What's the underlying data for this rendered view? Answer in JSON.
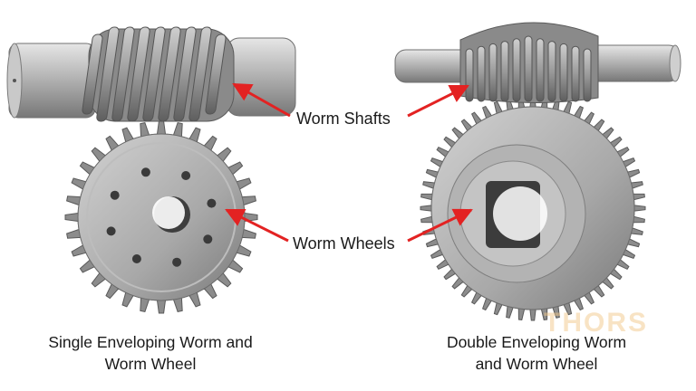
{
  "labels": {
    "worm_shafts": "Worm Shafts",
    "worm_wheels": "Worm Wheels"
  },
  "captions": {
    "single_line1": "Single Enveloping Worm and",
    "single_line2": "Worm Wheel",
    "double_line1": "Double Enveloping Worm",
    "double_line2": "and Worm Wheel"
  },
  "watermark": "THORS",
  "colors": {
    "arrow": "#e32222",
    "metal_light": "#d4d4d4",
    "metal_mid": "#a9a9a9",
    "metal_dark": "#6e6e6e",
    "text": "#1a1a1a"
  }
}
